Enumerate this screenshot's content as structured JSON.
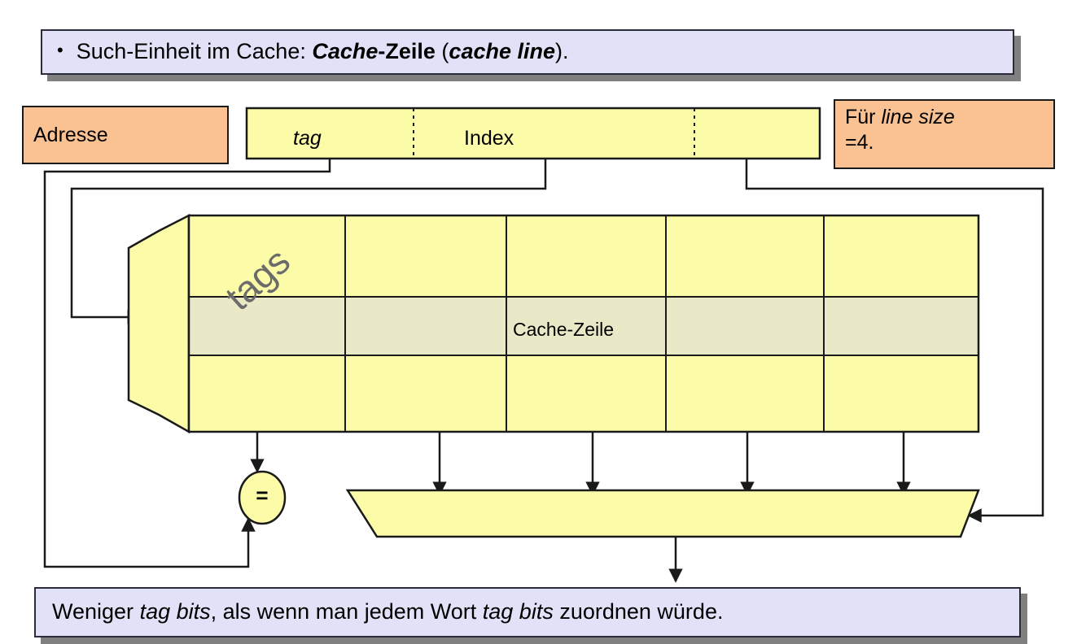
{
  "slide": {
    "top_banner": {
      "bullet": "•",
      "text_parts": [
        {
          "text": "Such-Einheit im Cache: ",
          "style": "normal"
        },
        {
          "text": "Cache",
          "style": "bold-italic"
        },
        {
          "text": "-Zeile",
          "style": "bold"
        },
        {
          "text": " (",
          "style": "normal"
        },
        {
          "text": "cache line",
          "style": "bold-italic"
        },
        {
          "text": ").",
          "style": "normal"
        }
      ],
      "plain": "• Such-Einheit im Cache: Cache-Zeile (cache line).",
      "fill": "#E1E1F7",
      "border": "#2B2B3A",
      "shadow": "#808080"
    },
    "bottom_banner": {
      "text_parts": [
        {
          "text": "Weniger ",
          "style": "normal"
        },
        {
          "text": "tag bits",
          "style": "italic"
        },
        {
          "text": ", als wenn man jedem Wort ",
          "style": "normal"
        },
        {
          "text": "tag bits",
          "style": "italic"
        },
        {
          "text": " zuordnen würde.",
          "style": "normal"
        }
      ],
      "plain": "Weniger tag bits, als wenn man jedem Wort tag bits zuordnen würde.",
      "fill": "#E1E1F7",
      "border": "#2B2B3A",
      "shadow": "#808080"
    },
    "address_box": {
      "label": "Adresse",
      "fill": "#FAC193",
      "border": "#1a1a1a"
    },
    "note_box": {
      "line1_prefix": "Für ",
      "line1_italic": "line size",
      "line2": "=4.",
      "plain": "Für line size =4.",
      "fill": "#FAC193",
      "border": "#1a1a1a"
    },
    "address_bar": {
      "fill": "#FBFBA8",
      "border": "#1a1a1a",
      "divider_style": "dotted",
      "fields": [
        {
          "name": "tag",
          "label": "tag",
          "style": "italic"
        },
        {
          "name": "index",
          "label": "Index",
          "style": "normal"
        },
        {
          "name": "offset",
          "label": "",
          "style": "normal"
        }
      ]
    },
    "cache_array": {
      "fill": "#FBFBA8",
      "highlight_fill": "#E9E9C8",
      "border": "#1a1a1a",
      "tags_label": "tags",
      "tags_label_color": "#6b6b6b",
      "highlight_row_label": "Cache-Zeile",
      "rows": 3,
      "highlighted_row_index": 1,
      "data_columns": 4
    },
    "comparator": {
      "label": "=",
      "fill": "#FBFBA8",
      "border": "#1a1a1a"
    },
    "multiplexer": {
      "label": "",
      "fill": "#FBFBA8",
      "border": "#1a1a1a",
      "input_count": 4
    },
    "connector_color": "#1a1a1a"
  }
}
